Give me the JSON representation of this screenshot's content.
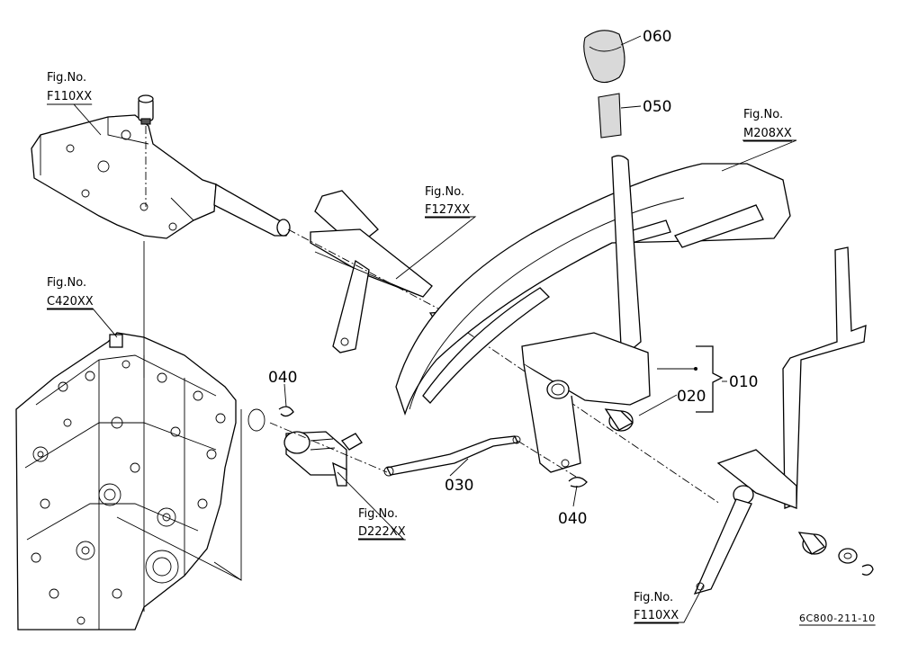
{
  "fig_refs": {
    "f110_top": {
      "prefix": "Fig.No.",
      "code": "F110XX"
    },
    "c420": {
      "prefix": "Fig.No.",
      "code": "C420XX"
    },
    "f127": {
      "prefix": "Fig.No.",
      "code": "F127XX"
    },
    "m208": {
      "prefix": "Fig.No.",
      "code": "M208XX"
    },
    "d222": {
      "prefix": "Fig.No.",
      "code": "D222XX"
    },
    "f110_bottom": {
      "prefix": "Fig.No.",
      "code": "F110XX"
    }
  },
  "part_numbers": {
    "p060": "060",
    "p050": "050",
    "p010": "010",
    "p020": "020",
    "p030": "030",
    "p040_top": "040",
    "p040_bottom": "040"
  },
  "drawing_code": "6C800-211-10"
}
